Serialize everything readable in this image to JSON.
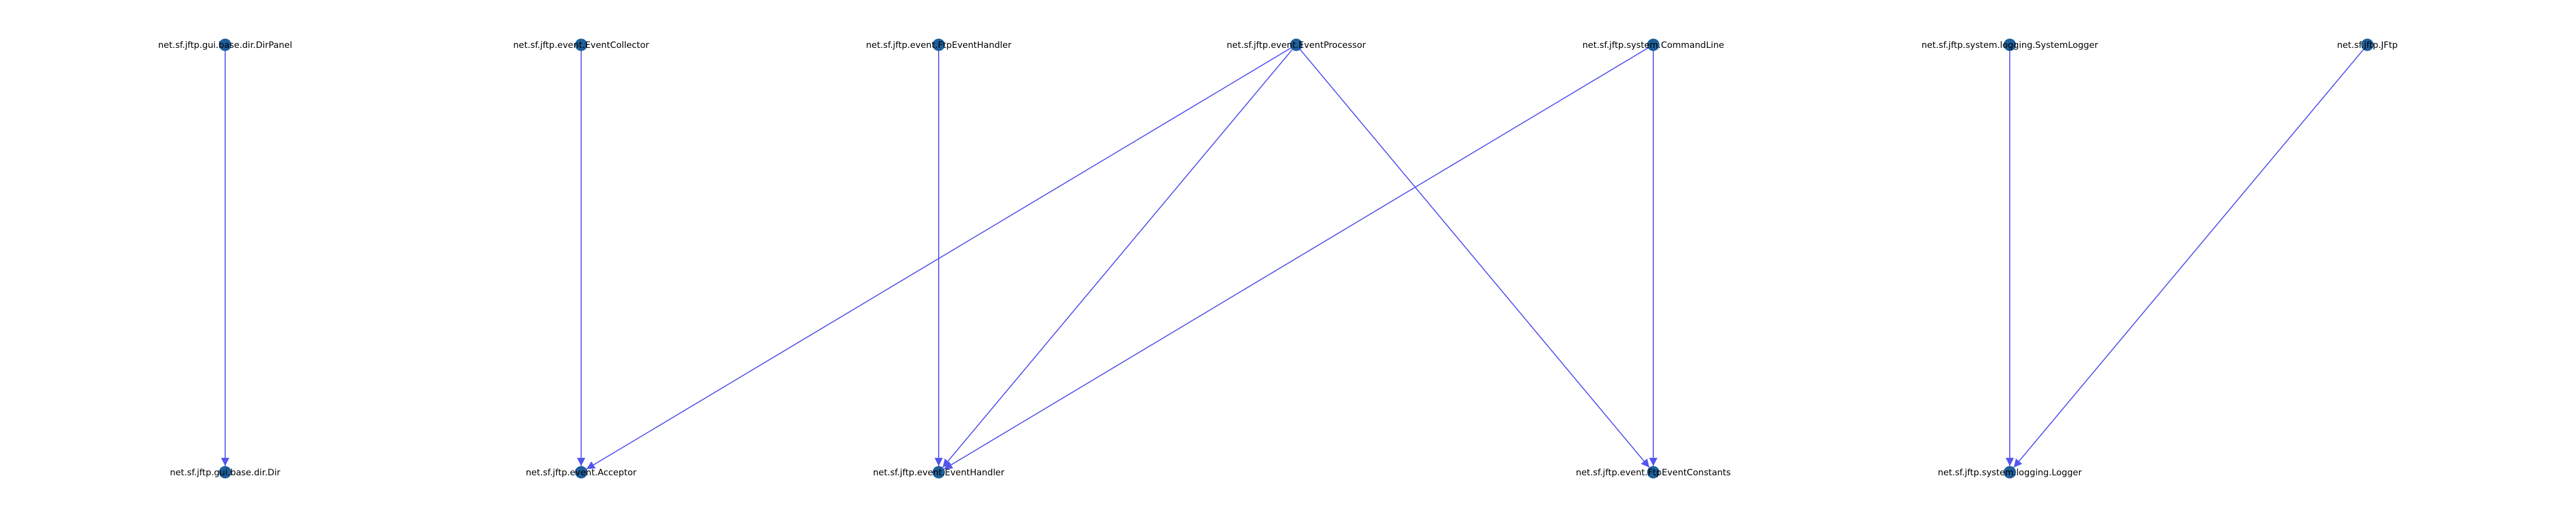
{
  "diagram": {
    "nodes": [
      {
        "id": "gui.dirpanel",
        "label": "net.sf.jftp.gui.base.dir.DirPanel"
      },
      {
        "id": "event.eventcollector",
        "label": "net.sf.jftp.event.EventCollector"
      },
      {
        "id": "event.ftpeventhandler",
        "label": "net.sf.jftp.event.FtpEventHandler"
      },
      {
        "id": "event.eventprocessor",
        "label": "net.sf.jftp.event.EventProcessor"
      },
      {
        "id": "system.commandline",
        "label": "net.sf.jftp.system.CommandLine"
      },
      {
        "id": "system.systemlogger",
        "label": "net.sf.jftp.system.logging.SystemLogger"
      },
      {
        "id": "jftp",
        "label": "net.sf.jftp.JFtp"
      },
      {
        "id": "gui.dir",
        "label": "net.sf.jftp.gui.base.dir.Dir"
      },
      {
        "id": "event.acceptor",
        "label": "net.sf.jftp.event.Acceptor"
      },
      {
        "id": "event.eventhandler",
        "label": "net.sf.jftp.event.EventHandler"
      },
      {
        "id": "event.ftpeventconstants",
        "label": "net.sf.jftp.event.FtpEventConstants"
      },
      {
        "id": "system.logger",
        "label": "net.sf.jftp.system.logging.Logger"
      }
    ],
    "edges": [
      {
        "from": "gui.dirpanel",
        "to": "gui.dir"
      },
      {
        "from": "event.eventcollector",
        "to": "event.acceptor"
      },
      {
        "from": "event.ftpeventhandler",
        "to": "event.eventhandler"
      },
      {
        "from": "event.eventprocessor",
        "to": "event.acceptor"
      },
      {
        "from": "event.eventprocessor",
        "to": "event.eventhandler"
      },
      {
        "from": "event.eventprocessor",
        "to": "event.ftpeventconstants"
      },
      {
        "from": "system.commandline",
        "to": "event.eventhandler"
      },
      {
        "from": "system.commandline",
        "to": "event.ftpeventconstants"
      },
      {
        "from": "system.systemlogger",
        "to": "system.logger"
      },
      {
        "from": "jftp",
        "to": "system.logger"
      }
    ]
  },
  "colors": {
    "node_fill": "#1f5f9a",
    "edge_stroke": "#5555ee",
    "label": "#000000",
    "background": "#ffffff"
  }
}
